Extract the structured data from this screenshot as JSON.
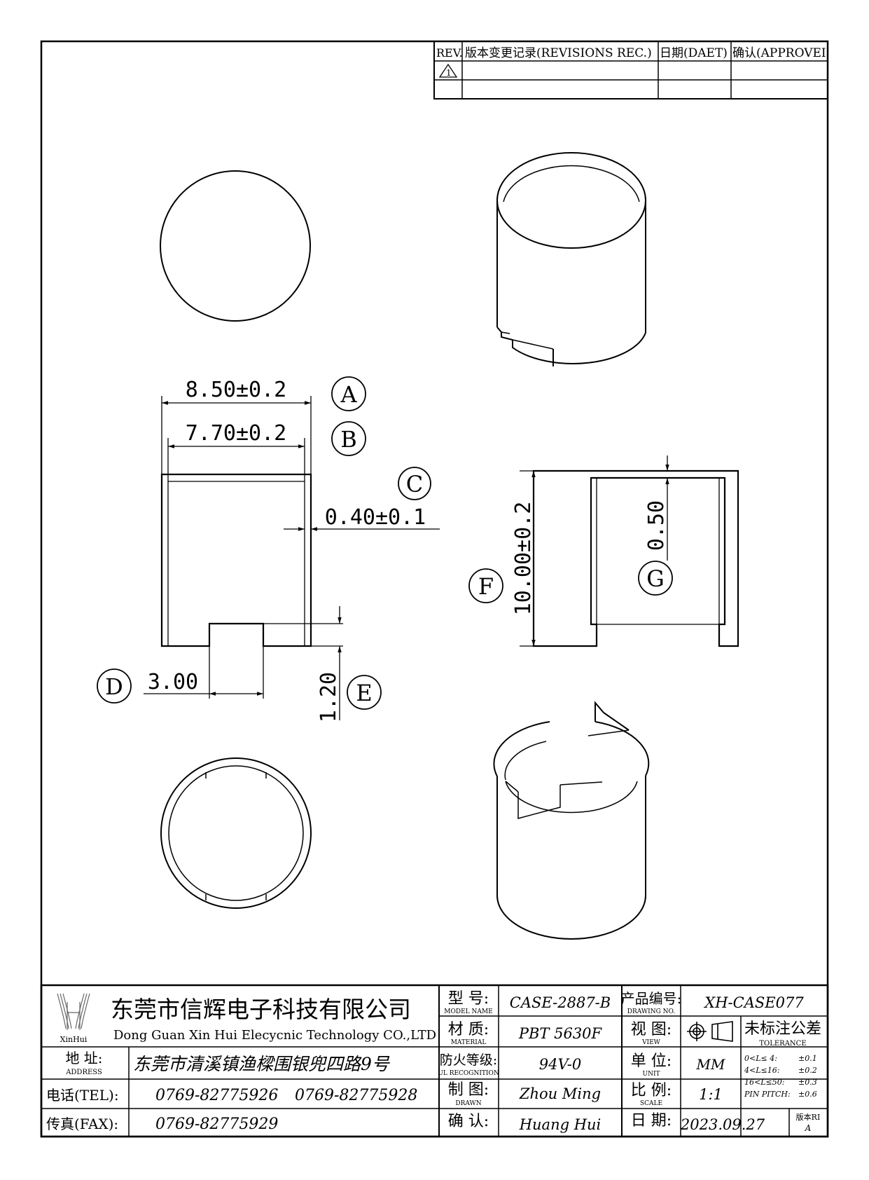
{
  "revision_table": {
    "col_rev": "REV.",
    "col_record": "版本变更记录(REVISIONS REC.)",
    "col_date": "日期(DAET)",
    "col_approve": "确认(APPROVEI",
    "rev_mark": "1"
  },
  "dimensions": {
    "A": {
      "tag": "A",
      "value": "8.50±0.2"
    },
    "B": {
      "tag": "B",
      "value": "7.70±0.2"
    },
    "C": {
      "tag": "C",
      "value": "0.40±0.1"
    },
    "D": {
      "tag": "D",
      "value": "3.00"
    },
    "E": {
      "tag": "E",
      "value": "1.20"
    },
    "F": {
      "tag": "F",
      "value": "10.00±0.2"
    },
    "G": {
      "tag": "G",
      "value": "0.50"
    }
  },
  "title_block": {
    "logo_text": "XinHui",
    "company_cn": "东莞市信辉电子科技有限公司",
    "company_en": "Dong Guan Xin Hui Elecycnic Technology CO.,LTD",
    "address_label": "地 址:",
    "address_label_en": "ADDRESS",
    "address": "东莞市清溪镇渔樑围银兜四路9号",
    "tel_label": "电话(TEL):",
    "tel1": "0769-82775926",
    "tel2": "0769-82775928",
    "fax_label": "传真(FAX):",
    "fax": "0769-82775929",
    "model_label": "型 号:",
    "model_label_en": "MODEL NAME",
    "model": "CASE-2887-B",
    "material_label": "材 质:",
    "material_label_en": "MATERIAL",
    "material": "PBT 5630F",
    "fire_label": "防火等级:",
    "fire_label_en": "UL RECOGNITION",
    "fire": "94V-0",
    "drawn_label": "制 图:",
    "drawn_label_en": "DRAWN",
    "drawn": "Zhou Ming",
    "check_label": "确 认:",
    "check": "Huang Hui",
    "drawing_no_label": "产品编号:",
    "drawing_no_label_en": "DRAWING NO.",
    "drawing_no": "XH-CASE077",
    "view_label": "视 图:",
    "view_label_en": "VIEW",
    "unit_label": "单 位:",
    "unit_label_en": "UNIT",
    "unit": "MM",
    "scale_label": "比 例:",
    "scale_label_en": "SCALE",
    "scale": "1:1",
    "date_label": "日 期:",
    "date": "2023.09.27",
    "tolerance_title": "未标注公差",
    "tolerance_title_en": "TOLERANCE",
    "tolerance": [
      {
        "range": "0<L≤ 4:",
        "value": "±0.1"
      },
      {
        "range": "4<L≤16:",
        "value": "±0.2"
      },
      {
        "range": "16<L≤50:",
        "value": "±0.3"
      },
      {
        "range": "PIN PITCH:",
        "value": "±0.6"
      }
    ],
    "version_label": "版本RI",
    "version": "A"
  }
}
